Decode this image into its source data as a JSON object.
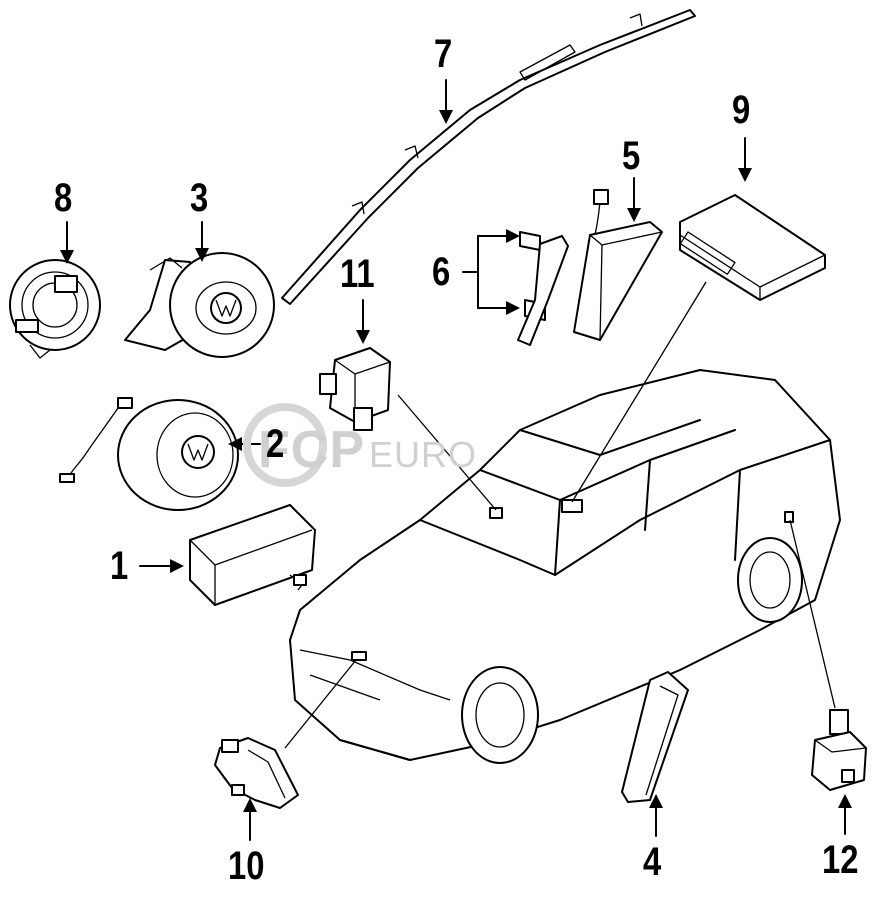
{
  "callouts": {
    "c1": "1",
    "c2": "2",
    "c3": "3",
    "c4": "4",
    "c5": "5",
    "c6": "6",
    "c7": "7",
    "c8": "8",
    "c9": "9",
    "c10": "10",
    "c11": "11",
    "c12": "12"
  },
  "watermark": {
    "brand_main": "FCP",
    "brand_sub": "EURO"
  }
}
